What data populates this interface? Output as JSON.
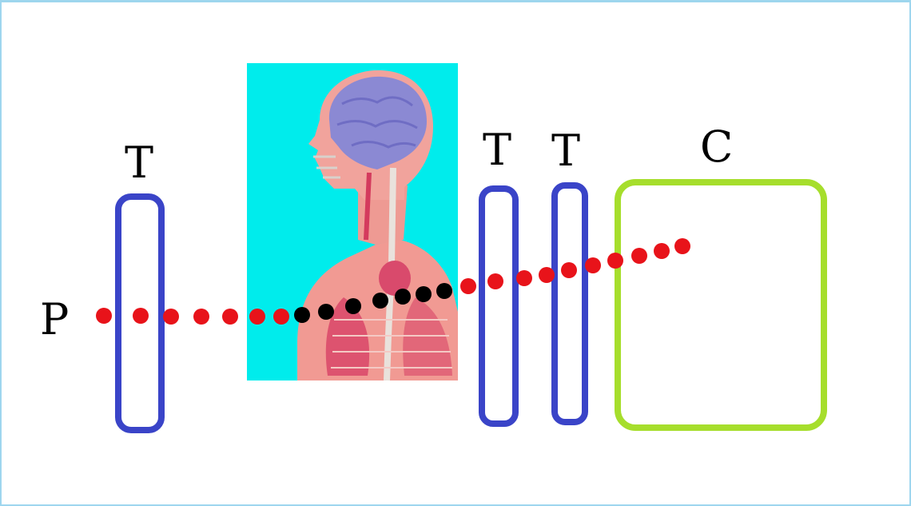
{
  "diagram": {
    "labels": {
      "source": "P",
      "tube_1": "T",
      "tube_2": "T",
      "tube_3": "T",
      "collector": "C"
    },
    "colors": {
      "frame": "#9ed6ee",
      "tube_outline": "#3a44c8",
      "collector_outline": "#a6de2c",
      "path_dot_outside": "#e8131a",
      "path_dot_inside_body": "#000000",
      "body_background": "#00ecec",
      "skin": "#f19a93",
      "brain": "#8b89d3"
    },
    "icons": {
      "body_illustration": "human-head-torso-anatomy-icon"
    }
  }
}
